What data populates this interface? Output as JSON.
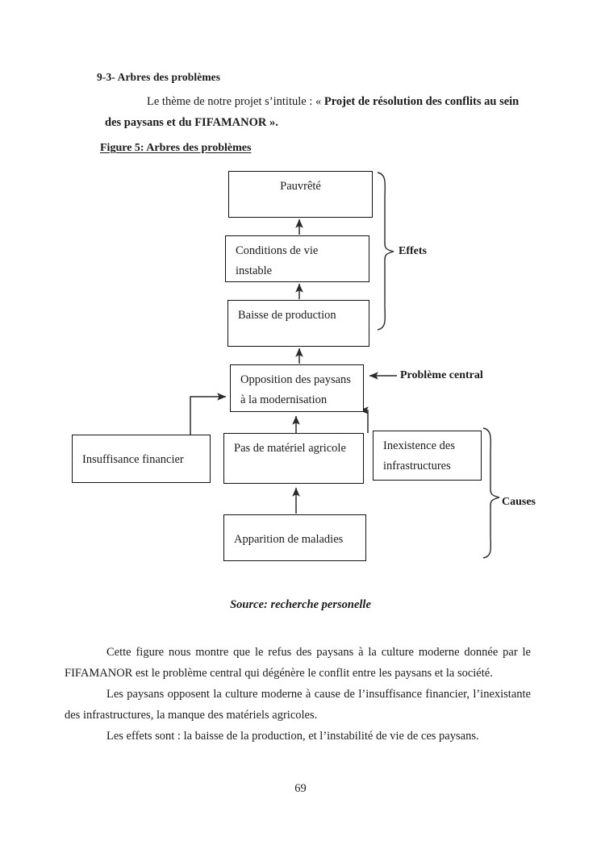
{
  "document": {
    "section_heading": "9-3- Arbres des problèmes",
    "intro": {
      "lead": "Le thème de notre projet s’intitule : « ",
      "emphasis_line1": "Projet de résolution des conflits au sein",
      "emphasis_line2": "des paysans et du FIFAMANOR »."
    },
    "figure_caption": "Figure 5: Arbres des problèmes",
    "source_note": "Source: recherche personelle",
    "page_number": "69",
    "paragraphs": [
      {
        "indent": true,
        "text": "Cette figure nous montre que le refus des paysans à la culture moderne donnée par le FIFAMANOR est le problème central qui dégénère le conflit entre les paysans  et la société."
      },
      {
        "indent": true,
        "text": "Les paysans opposent la culture moderne à cause de l’insuffisance financier, l’inexistante des infrastructures, la manque des matériels agricoles."
      },
      {
        "indent": true,
        "text": "Les effets sont : la baisse de la production, et l’instabilité de vie de ces paysans."
      }
    ]
  },
  "diagram": {
    "title": "Arbres des problèmes",
    "type": "problem-tree",
    "colors": {
      "box_border": "#111111",
      "line": "#2a2a2a",
      "text": "#1a1a1a",
      "background": "#ffffff"
    },
    "boxes": [
      {
        "id": "pauvrete",
        "label": "Pauvrêté",
        "group": "effects",
        "align": "center"
      },
      {
        "id": "conditions",
        "label_line1": "Conditions de vie",
        "label_line2": "instable",
        "group": "effects"
      },
      {
        "id": "baisse",
        "label": "Baisse de production",
        "group": "effects"
      },
      {
        "id": "opposition",
        "label_line1": "Opposition des paysans",
        "label_line2": "à la modernisation",
        "group": "central"
      },
      {
        "id": "insuffisance",
        "label": "Insuffisance financier",
        "group": "causes"
      },
      {
        "id": "materiel",
        "label": "Pas de matériel agricole",
        "group": "causes"
      },
      {
        "id": "inexistence",
        "label_line1": "Inexistence des",
        "label_line2": "infrastructures",
        "group": "causes"
      },
      {
        "id": "maladies",
        "label": "Apparition  de maladies",
        "group": "causes"
      }
    ],
    "brace_labels": [
      {
        "id": "effets",
        "label": "Effets"
      },
      {
        "id": "causes",
        "label": "Causes"
      }
    ],
    "annotations": [
      {
        "id": "probleme-central",
        "label": "Problème central"
      }
    ],
    "edges": [
      {
        "from": "conditions",
        "to": "pauvrete"
      },
      {
        "from": "baisse",
        "to": "conditions"
      },
      {
        "from": "opposition",
        "to": "baisse"
      },
      {
        "from": "materiel",
        "to": "opposition"
      },
      {
        "from": "maladies",
        "to": "materiel"
      },
      {
        "from": "insuffisance",
        "to": "opposition"
      },
      {
        "from": "inexistence",
        "to": "opposition"
      }
    ]
  }
}
